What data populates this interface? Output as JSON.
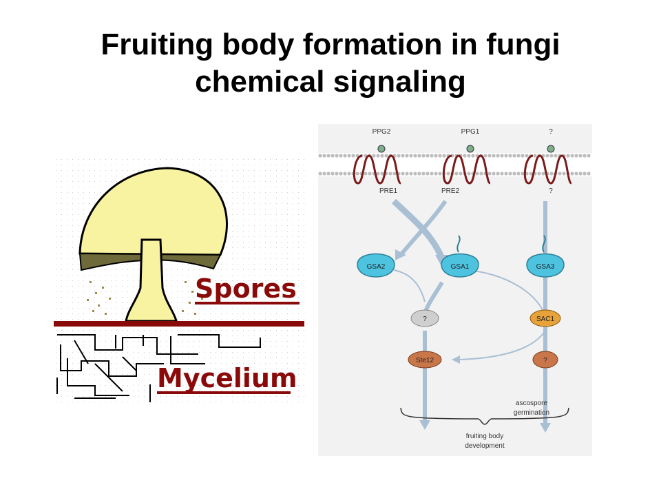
{
  "slide": {
    "title_line1": "Fruiting body formation in fungi",
    "title_line2": "chemical signaling"
  },
  "mushroom": {
    "spores_label": "Spores",
    "mycelium_label": "Mycelium",
    "colors": {
      "cap": "#f7f3a0",
      "gills": "#6f6a3a",
      "label": "#8a0a0a",
      "ground": "#8a0a0a"
    }
  },
  "pathway": {
    "receptors": [
      {
        "top_label": "PPG2",
        "bottom_label": "PRE1"
      },
      {
        "top_label": "PPG1",
        "bottom_label": "PRE2"
      },
      {
        "top_label": "?",
        "bottom_label": "?"
      }
    ],
    "g_proteins": [
      "GSA2",
      "GSA1",
      "GSA3"
    ],
    "unknown_node": "?",
    "ste12": "Ste12",
    "sac1": "SAC1",
    "unknown_node_2": "?",
    "outcome_right_line1": "ascospore",
    "outcome_right_line2": "germination",
    "outcome_bottom_line1": "fruiting body",
    "outcome_bottom_line2": "development",
    "colors": {
      "receptor": "#7a1a1a",
      "arrow": "#a9bfd3",
      "gprotein": "#4ec3e0",
      "ste12": "#c9774a",
      "sac1": "#e8a23a",
      "unknown": "#cfcfcf"
    }
  }
}
